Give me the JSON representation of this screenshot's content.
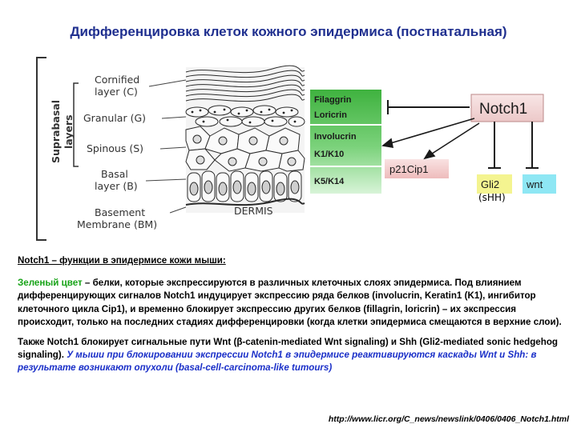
{
  "title": "Дифференцировка клеток кожного эпидермиса (постнатальная)",
  "diagram": {
    "group_label_line1": "Suprabasal",
    "group_label_line2": "layers",
    "layers": [
      {
        "line1": "Cornified",
        "line2": "layer (C)"
      },
      {
        "line1": "Granular (G)",
        "line2": ""
      },
      {
        "line1": "Spinous (S)",
        "line2": ""
      },
      {
        "line1": "Basal",
        "line2": "layer (B)"
      },
      {
        "line1": "Basement",
        "line2": "Membrane (BM)"
      }
    ],
    "dermis_label": "DERMIS",
    "markers": [
      "Filaggrin",
      "Loricrin",
      "Involucrin",
      "K1/K10",
      "K5/K14"
    ],
    "notch1": "Notch1",
    "p21": "p21Cip1",
    "gli2": "Gli2",
    "wnt": "wnt",
    "shh": "(sHH)"
  },
  "text": {
    "heading": "Notch1 – функции в эпидермисе кожи мыши:",
    "p1_green": "Зеленый цвет",
    "p1_rest": " – белки, которые экспрессируются в различных клеточных слоях эпидермиса. Под влиянием дифференцирующих сигналов Notch1 индуцирует экспрессию ряда белков (involucrin, Keratin1 (K1), ингибитор клеточного цикла Cip1), и временно блокирует экспрессию других белков (fillagrin, loricrin) – их экспрессия происходит, только на последних стадиях дифференцировки (когда клетки эпидермиса смещаются в верхние слои).",
    "p2_black": "Также  Notch1 блокирует сигнальные пути Wnt (β-catenin-mediated Wnt signaling) и Shh (Gli2-mediated sonic hedgehog signaling). ",
    "p2_blue": " У  мыши при блокировании экспрессии  Notch1 в эпидермисе реактивируются каскады  Wnt и  Shh: в результате возникают опухоли (basal-cell-carcinoma-like tumours)"
  },
  "source_url": "http://www.licr.org/C_news/newslink/0406/0406_Notch1.html",
  "colors": {
    "title": "#1f2f8f",
    "green_text": "#17a317",
    "blue_text": "#1a2fc8",
    "notch1_fill": "#f2d4d4",
    "p21_fill": "#f3cccc",
    "gli2_fill": "#f4f490",
    "wnt_fill": "#8ee7f4"
  }
}
